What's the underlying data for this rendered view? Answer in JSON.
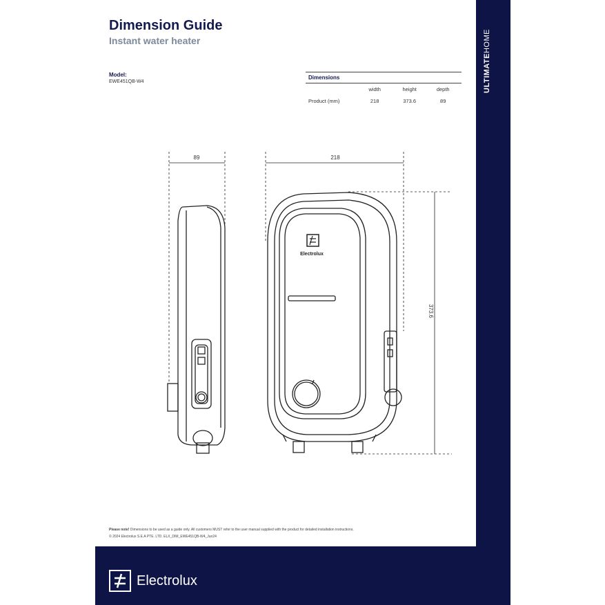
{
  "header": {
    "title": "Dimension Guide",
    "subtitle": "Instant water heater"
  },
  "model": {
    "label": "Model:",
    "value": "EWE451QB-W4"
  },
  "dimensions": {
    "heading": "Dimensions",
    "columns": [
      "width",
      "height",
      "depth"
    ],
    "row_label": "Product (mm)",
    "values": [
      "218",
      "373.6",
      "89"
    ]
  },
  "drawing": {
    "depth_label": "89",
    "width_label": "218",
    "height_label": "373.6",
    "brand_on_unit": "Electrolux"
  },
  "footer": {
    "note_bold": "Please note!",
    "note": " Dimensions to be used as a guide only. All customers MUST refer to the user manual supplied with the product for detailed installation instructions.",
    "copyright": "© 2024 Electrolux S.E.A PTE. LTD. ELX_DIM_EWE451QB-W4_Jun24",
    "brand": "Electrolux"
  },
  "sidebar": {
    "brand_bold": "ULTIMATE",
    "brand_rest": "HOME"
  },
  "colors": {
    "navy": "#0f1446",
    "subtitle": "#7d8a9a"
  }
}
